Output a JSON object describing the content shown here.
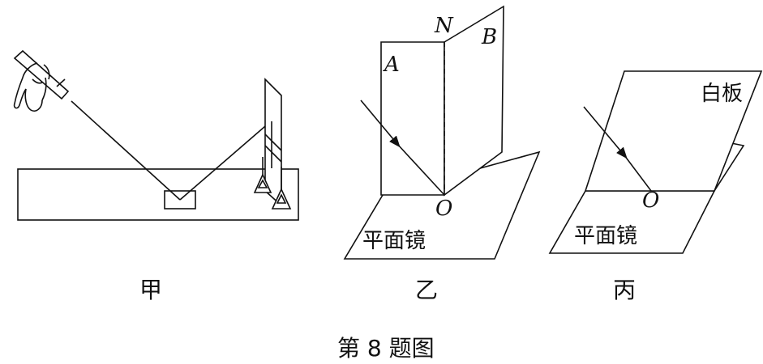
{
  "figures": {
    "jia": {
      "caption": "甲"
    },
    "yi": {
      "caption": "乙",
      "normal_label": "N",
      "panel_a_label": "A",
      "panel_b_label": "B",
      "point_label": "O",
      "mirror_label": "平面镜"
    },
    "bing": {
      "caption": "丙",
      "board_label": "白板",
      "point_label": "O",
      "mirror_label": "平面镜"
    }
  },
  "title": "第 8 题图"
}
